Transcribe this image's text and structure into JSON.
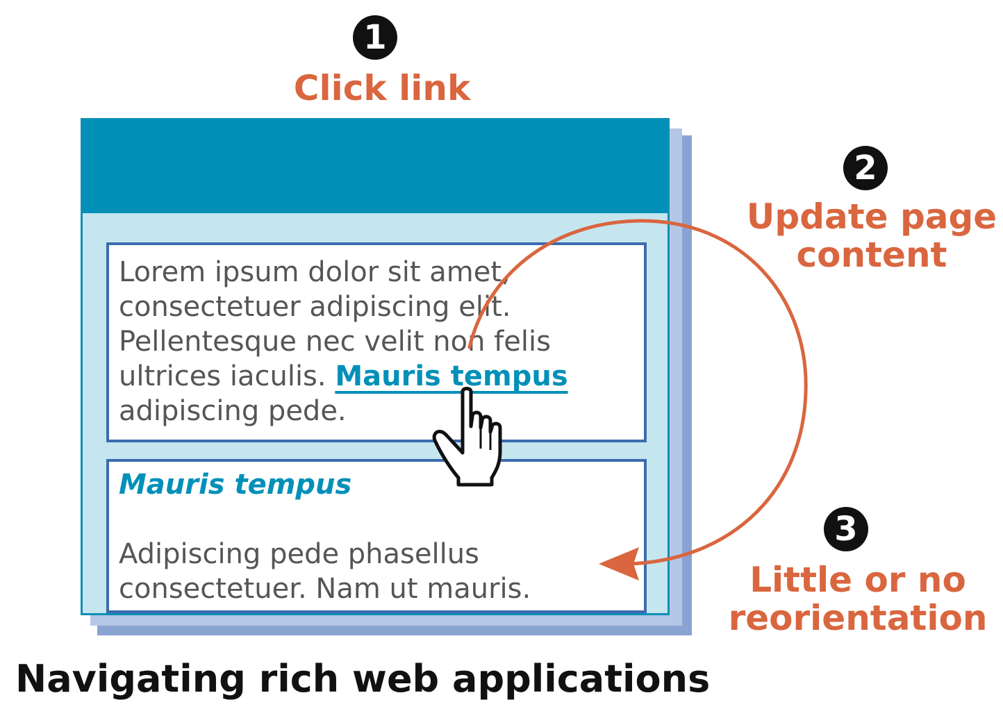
{
  "steps": [
    {
      "number": "1",
      "label": "Click link"
    },
    {
      "number": "2",
      "label": "Update page content"
    },
    {
      "number": "3",
      "label": "Little or no reorientation"
    }
  ],
  "window": {
    "paragraph_before_link": "Lorem ipsum dolor sit amet, consectetuer adipiscing elit. Pellentesque nec velit non felis ultrices iaculis. ",
    "link_text": "Mauris tempus",
    "paragraph_after_link": " adipiscing pede.",
    "section_heading": "Mauris tempus",
    "section_body": "Adipiscing pede phasellus consectetuer. Nam ut mauris."
  },
  "caption": "Navigating rich web applications",
  "colors": {
    "accent_orange": "#d9663f",
    "header_blue": "#0090b8",
    "panel_border": "#3c6bae",
    "window_bg": "#c5e6ef"
  },
  "icons": {
    "cursor": "hand-pointer-icon",
    "arrow": "curved-arrow-icon"
  }
}
